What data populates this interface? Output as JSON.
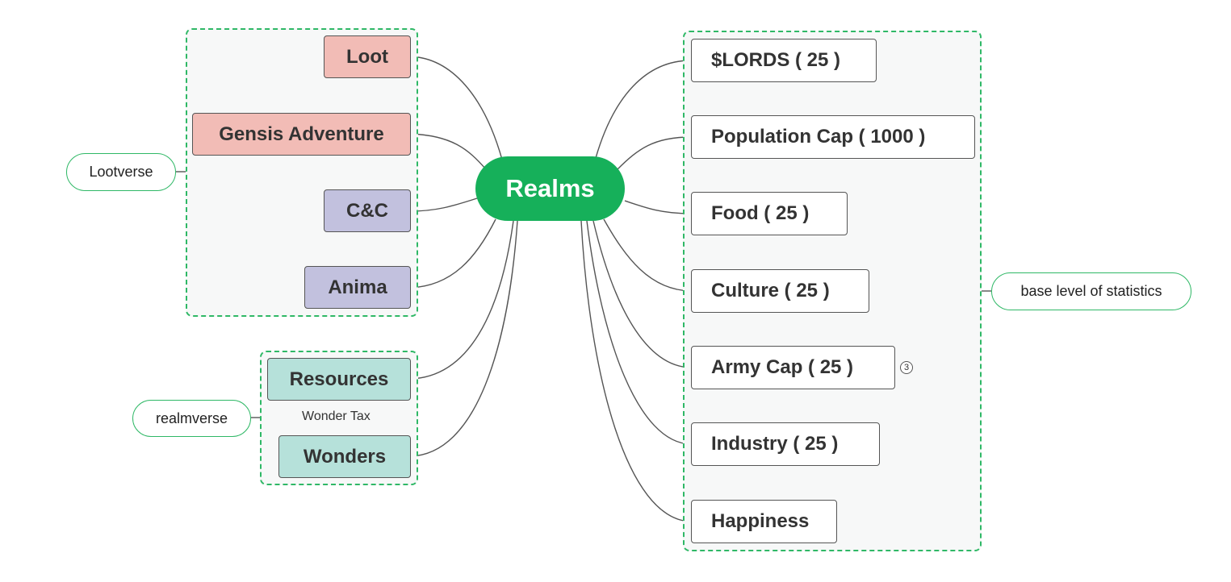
{
  "root": {
    "label": "Realms"
  },
  "left_nodes": [
    {
      "label": "Loot"
    },
    {
      "label": "Gensis Adventure"
    },
    {
      "label": "C&C"
    },
    {
      "label": "Anima"
    },
    {
      "label": "Resources"
    },
    {
      "label": "Wonders"
    }
  ],
  "relationship": {
    "label": "Wonder Tax"
  },
  "right_nodes": [
    {
      "label": "$LORDS ( 25 )"
    },
    {
      "label": "Population Cap ( 1000 )"
    },
    {
      "label": "Food ( 25 )"
    },
    {
      "label": "Culture ( 25 )"
    },
    {
      "label": "Army Cap ( 25 )"
    },
    {
      "label": "Industry ( 25 )"
    },
    {
      "label": "Happiness"
    }
  ],
  "badge": {
    "label": "3"
  },
  "callouts": {
    "lootverse": "Lootverse",
    "realmverse": "realmverse",
    "stats": "base level of statistics"
  },
  "colors": {
    "root": "#16b05a",
    "group_border": "#2fb866",
    "pink": "#f2bcb6",
    "lavender": "#c2c1de",
    "teal": "#b6e1da"
  }
}
